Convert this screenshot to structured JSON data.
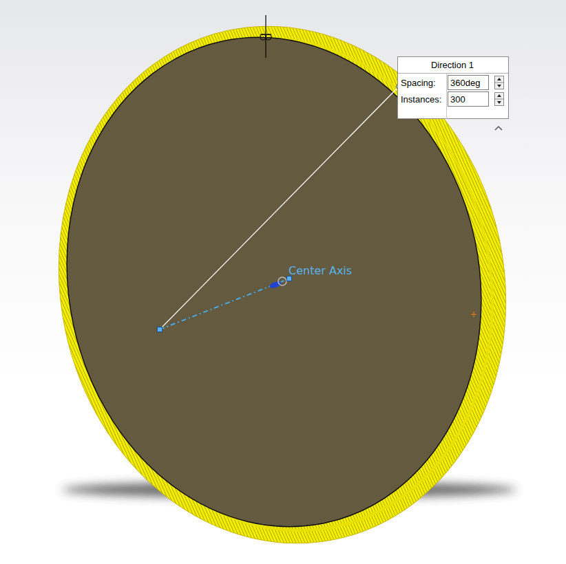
{
  "diagram": {
    "nodes": [
      {
        "text": [
          "Direction 1",
          "Spacing:",
          "Instances:"
        ]
      },
      {
        "text": [
          "360deg"
        ],
        "in": 0
      },
      {
        "text": [
          "300"
        ],
        "in": 0
      }
    ],
    "labels": [
      "Center Axis"
    ]
  }
}
